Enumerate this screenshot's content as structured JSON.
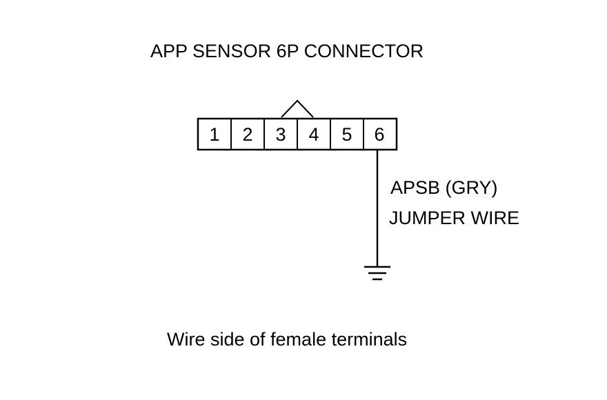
{
  "title": "APP SENSOR 6P CONNECTOR",
  "connector": {
    "pins": [
      "1",
      "2",
      "3",
      "4",
      "5",
      "6"
    ]
  },
  "wire": {
    "label": "APSB (GRY)",
    "sublabel": "JUMPER WIRE"
  },
  "caption": "Wire side of female terminals",
  "colors": {
    "line": "#000000",
    "background": "#ffffff"
  }
}
